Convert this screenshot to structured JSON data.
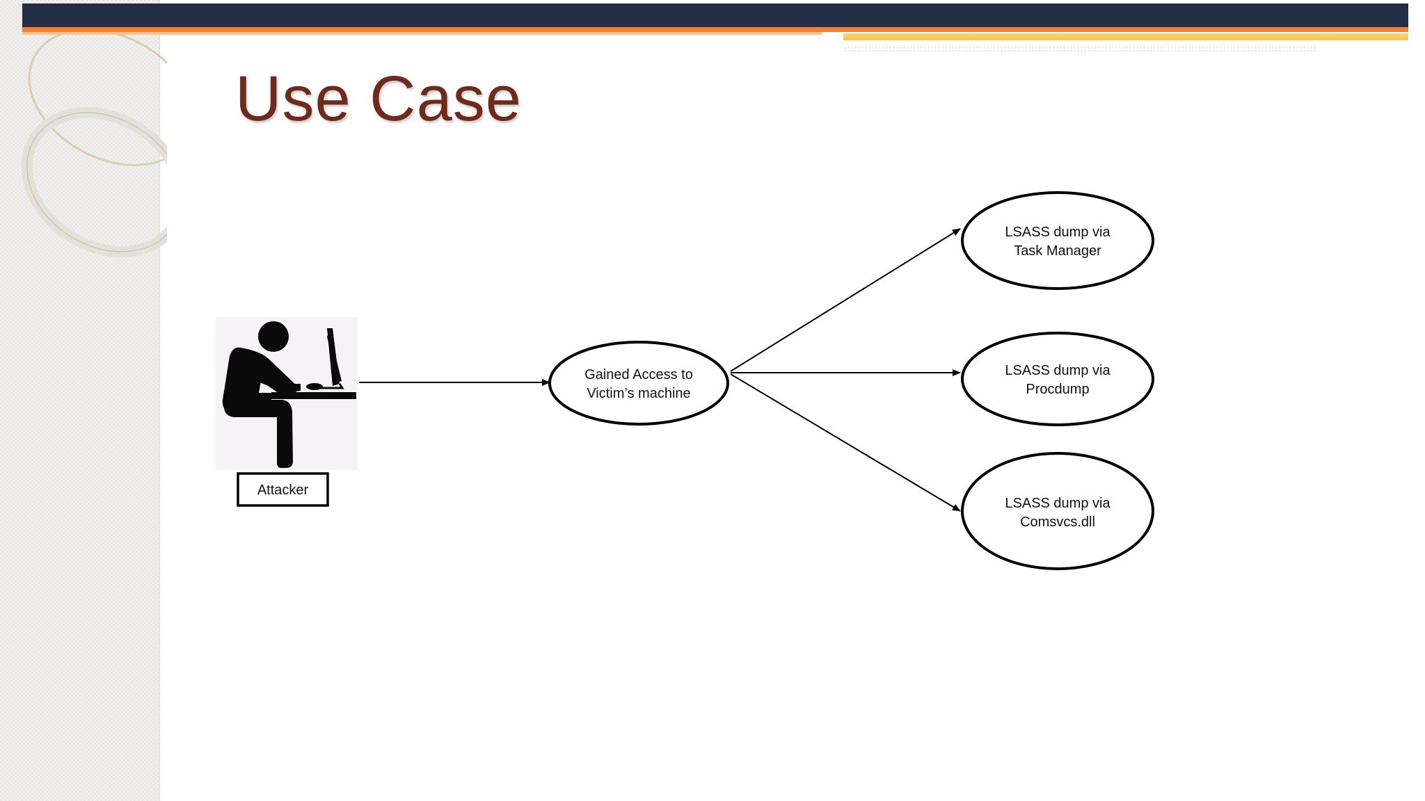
{
  "slide": {
    "title": "Use Case"
  },
  "colors": {
    "top_bar": "#232d45",
    "accent_orange": "#f57f31",
    "accent_yellow": "#fcd470",
    "title": "#6e2a1a",
    "left_panel": "#f1f0ee"
  },
  "diagram": {
    "attacker": {
      "icon": "person-at-computer-icon",
      "label": "Attacker"
    },
    "center_node": {
      "line1": "Gained Access to",
      "line2": "Victim’s machine"
    },
    "outcomes": [
      {
        "line1": "LSASS dump via",
        "line2": "Task Manager"
      },
      {
        "line1": "LSASS dump via",
        "line2": "Procdump"
      },
      {
        "line1": "LSASS dump via",
        "line2": "Comsvcs.dll"
      }
    ]
  }
}
